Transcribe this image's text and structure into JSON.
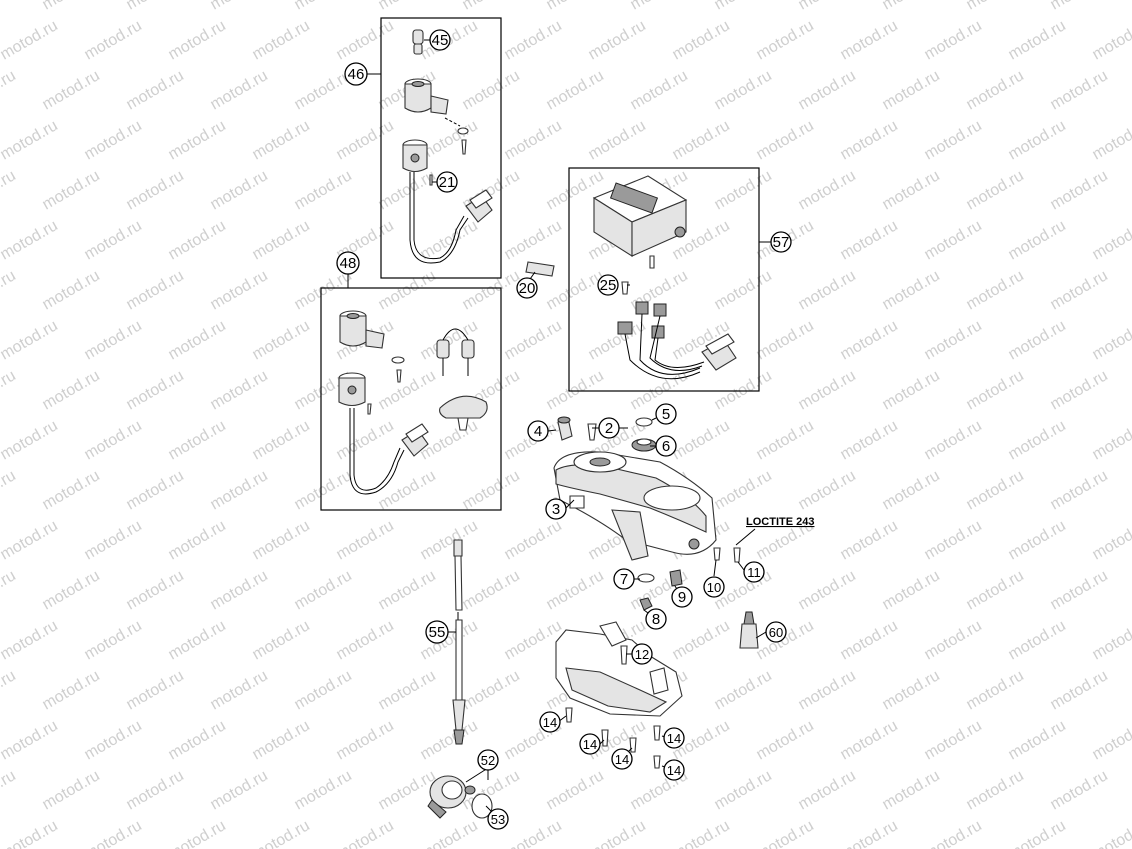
{
  "watermark": "motod.ru",
  "loctite_label": "LOCTITE 243",
  "callouts": {
    "c45": "45",
    "c46": "46",
    "c21": "21",
    "c48": "48",
    "c20": "20",
    "c57": "57",
    "c25": "25",
    "c4": "4",
    "c2": "2",
    "c5": "5",
    "c6": "6",
    "c3": "3",
    "c7": "7",
    "c9": "9",
    "c10": "10",
    "c11": "11",
    "c8": "8",
    "c60": "60",
    "c12": "12",
    "c55": "55",
    "c14a": "14",
    "c14b": "14",
    "c14c": "14",
    "c14d": "14",
    "c14e": "14",
    "c52": "52",
    "c53": "53"
  }
}
